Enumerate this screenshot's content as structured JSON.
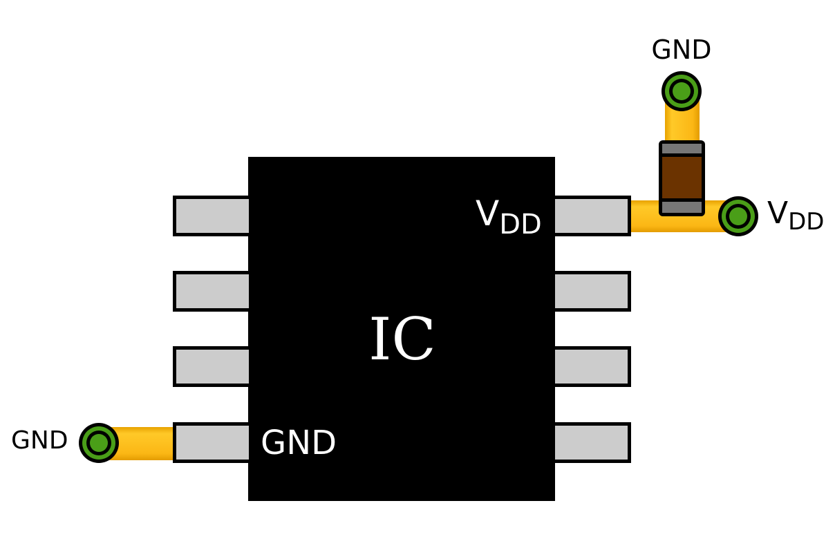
{
  "ic": {
    "label": "IC",
    "pin_labels": {
      "vdd_main": "V",
      "vdd_sub": "DD",
      "gnd": "GND"
    },
    "pin_count": 8
  },
  "external": {
    "gnd_top": "GND",
    "vdd_right_main": "V",
    "vdd_right_sub": "DD",
    "gnd_left": "GND"
  },
  "colors": {
    "ic_body": "#000000",
    "pin_fill": "#cccccc",
    "trace": "#fbb715",
    "trace_edge": "#e09a00",
    "pad_green": "#4a9e18",
    "cap_body": "#6b3300",
    "cap_end": "#777777"
  }
}
